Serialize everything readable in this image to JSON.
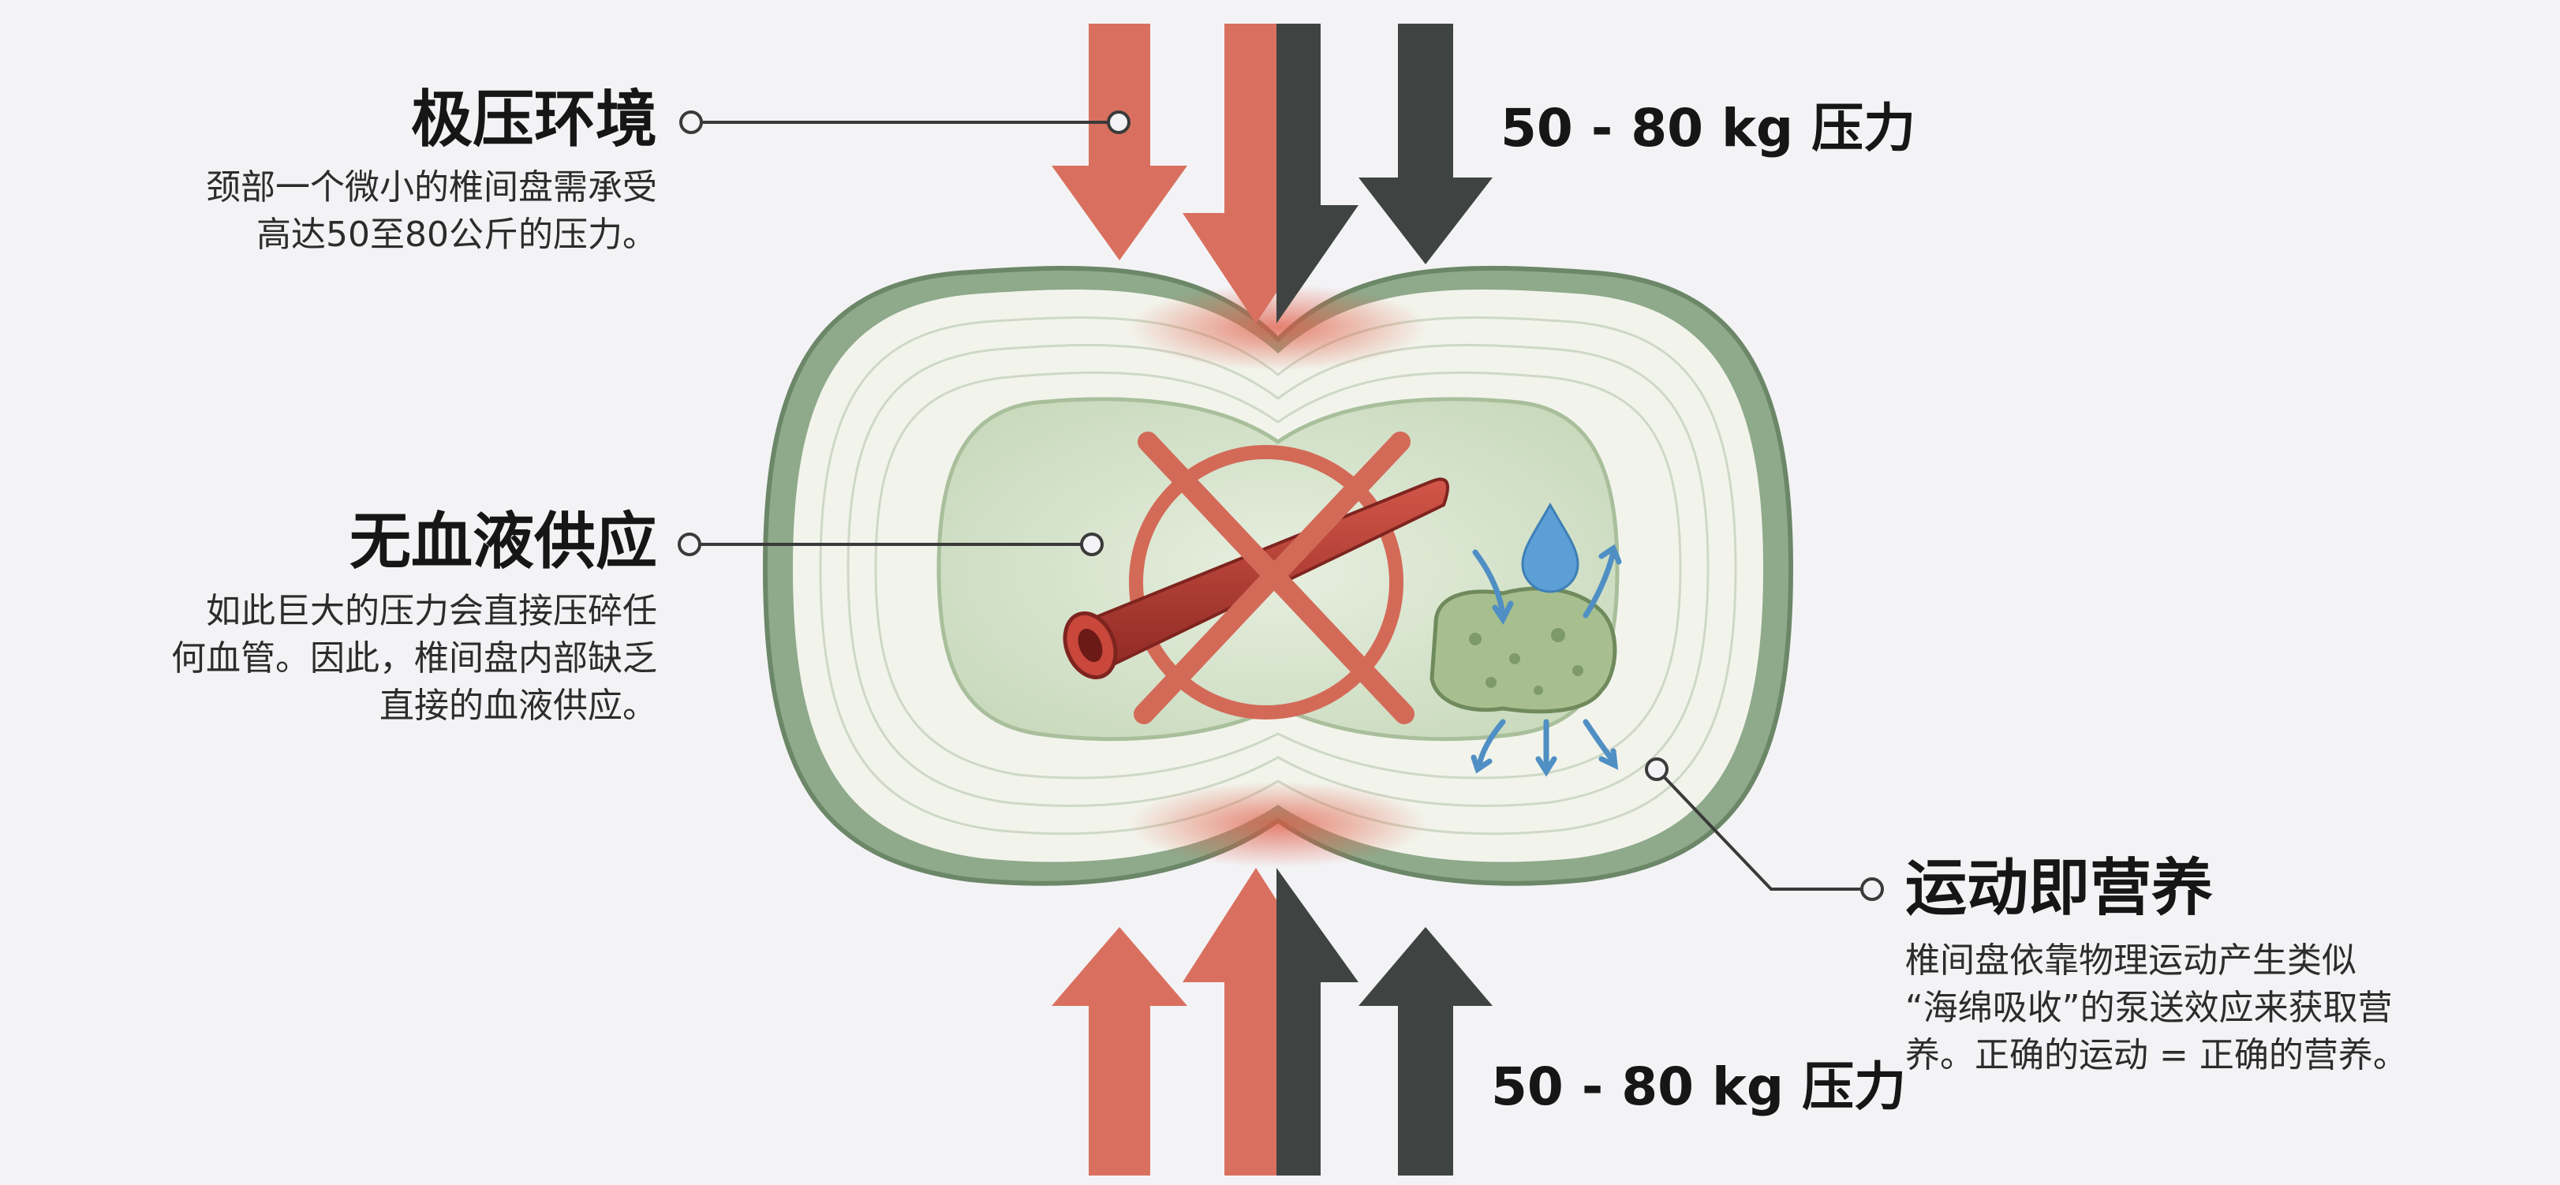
{
  "pressure_top": "50 - 80 kg 压力",
  "pressure_bottom": "50 - 80 kg 压力",
  "sections": [
    {
      "title": "极压环境",
      "lines": [
        "颈部一个微小的椎间盘需承受",
        "高达50至80公斤的压力。"
      ]
    },
    {
      "title": "无血液供应",
      "lines": [
        "如此巨大的压力会直接压碎任",
        "何血管。因此，椎间盘内部缺乏",
        "直接的血液供应。"
      ]
    },
    {
      "title": "运动即营养",
      "lines": [
        "椎间盘依靠物理运动产生类似",
        "“海绵吸收”的泵送效应来获取营",
        "养。正确的运动 = 正确的营养。"
      ]
    }
  ],
  "colors": {
    "arrow_red": "#d9705f",
    "arrow_dark": "#3f4442",
    "disc_outer": "#8fa98b",
    "disc_inner": "#f3f5ee",
    "nucleus": "#d9e6d0",
    "blood_vessel": "#b23a32",
    "cross": "#d36a58",
    "sponge": "#a7bf8e",
    "water": "#5b9fd6"
  }
}
